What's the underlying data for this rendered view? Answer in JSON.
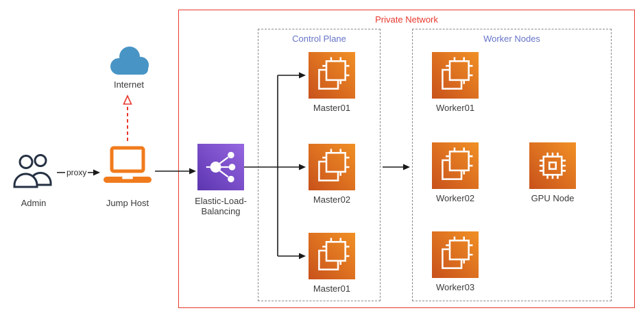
{
  "regions": {
    "private_network": "Private Network",
    "control_plane": "Control Plane",
    "worker_nodes": "Worker Nodes"
  },
  "nodes": {
    "admin": "Admin",
    "internet": "Internet",
    "jump_host": "Jump Host",
    "elb_line1": "Elastic-Load-",
    "elb_line2": "Balancing",
    "master01": "Master01",
    "master02": "Master02",
    "master03": "Master01",
    "worker01": "Worker01",
    "worker02": "Worker02",
    "worker03": "Worker03",
    "gpu_node": "GPU Node"
  },
  "edges": {
    "proxy": "proxy"
  },
  "icons": {
    "master": "ec2-instances-icon",
    "worker": "ec2-instances-icon",
    "gpu": "microchip-icon",
    "elb": "load-balancer-icon",
    "internet": "cloud-icon",
    "admin": "users-icon",
    "jump_host": "laptop-icon"
  },
  "colors": {
    "accent_red": "#e8382d",
    "region_label_blue": "#6674c8",
    "aws_orange_dark": "#c8511b",
    "aws_orange_light": "#f19025",
    "elb_purple_dark": "#5c35b0",
    "elb_purple_light": "#9667e0",
    "cloud_blue": "#4895c5",
    "laptop_orange": "#f07b1d",
    "person_navy": "#253043",
    "line_black": "#1a1a1a"
  }
}
